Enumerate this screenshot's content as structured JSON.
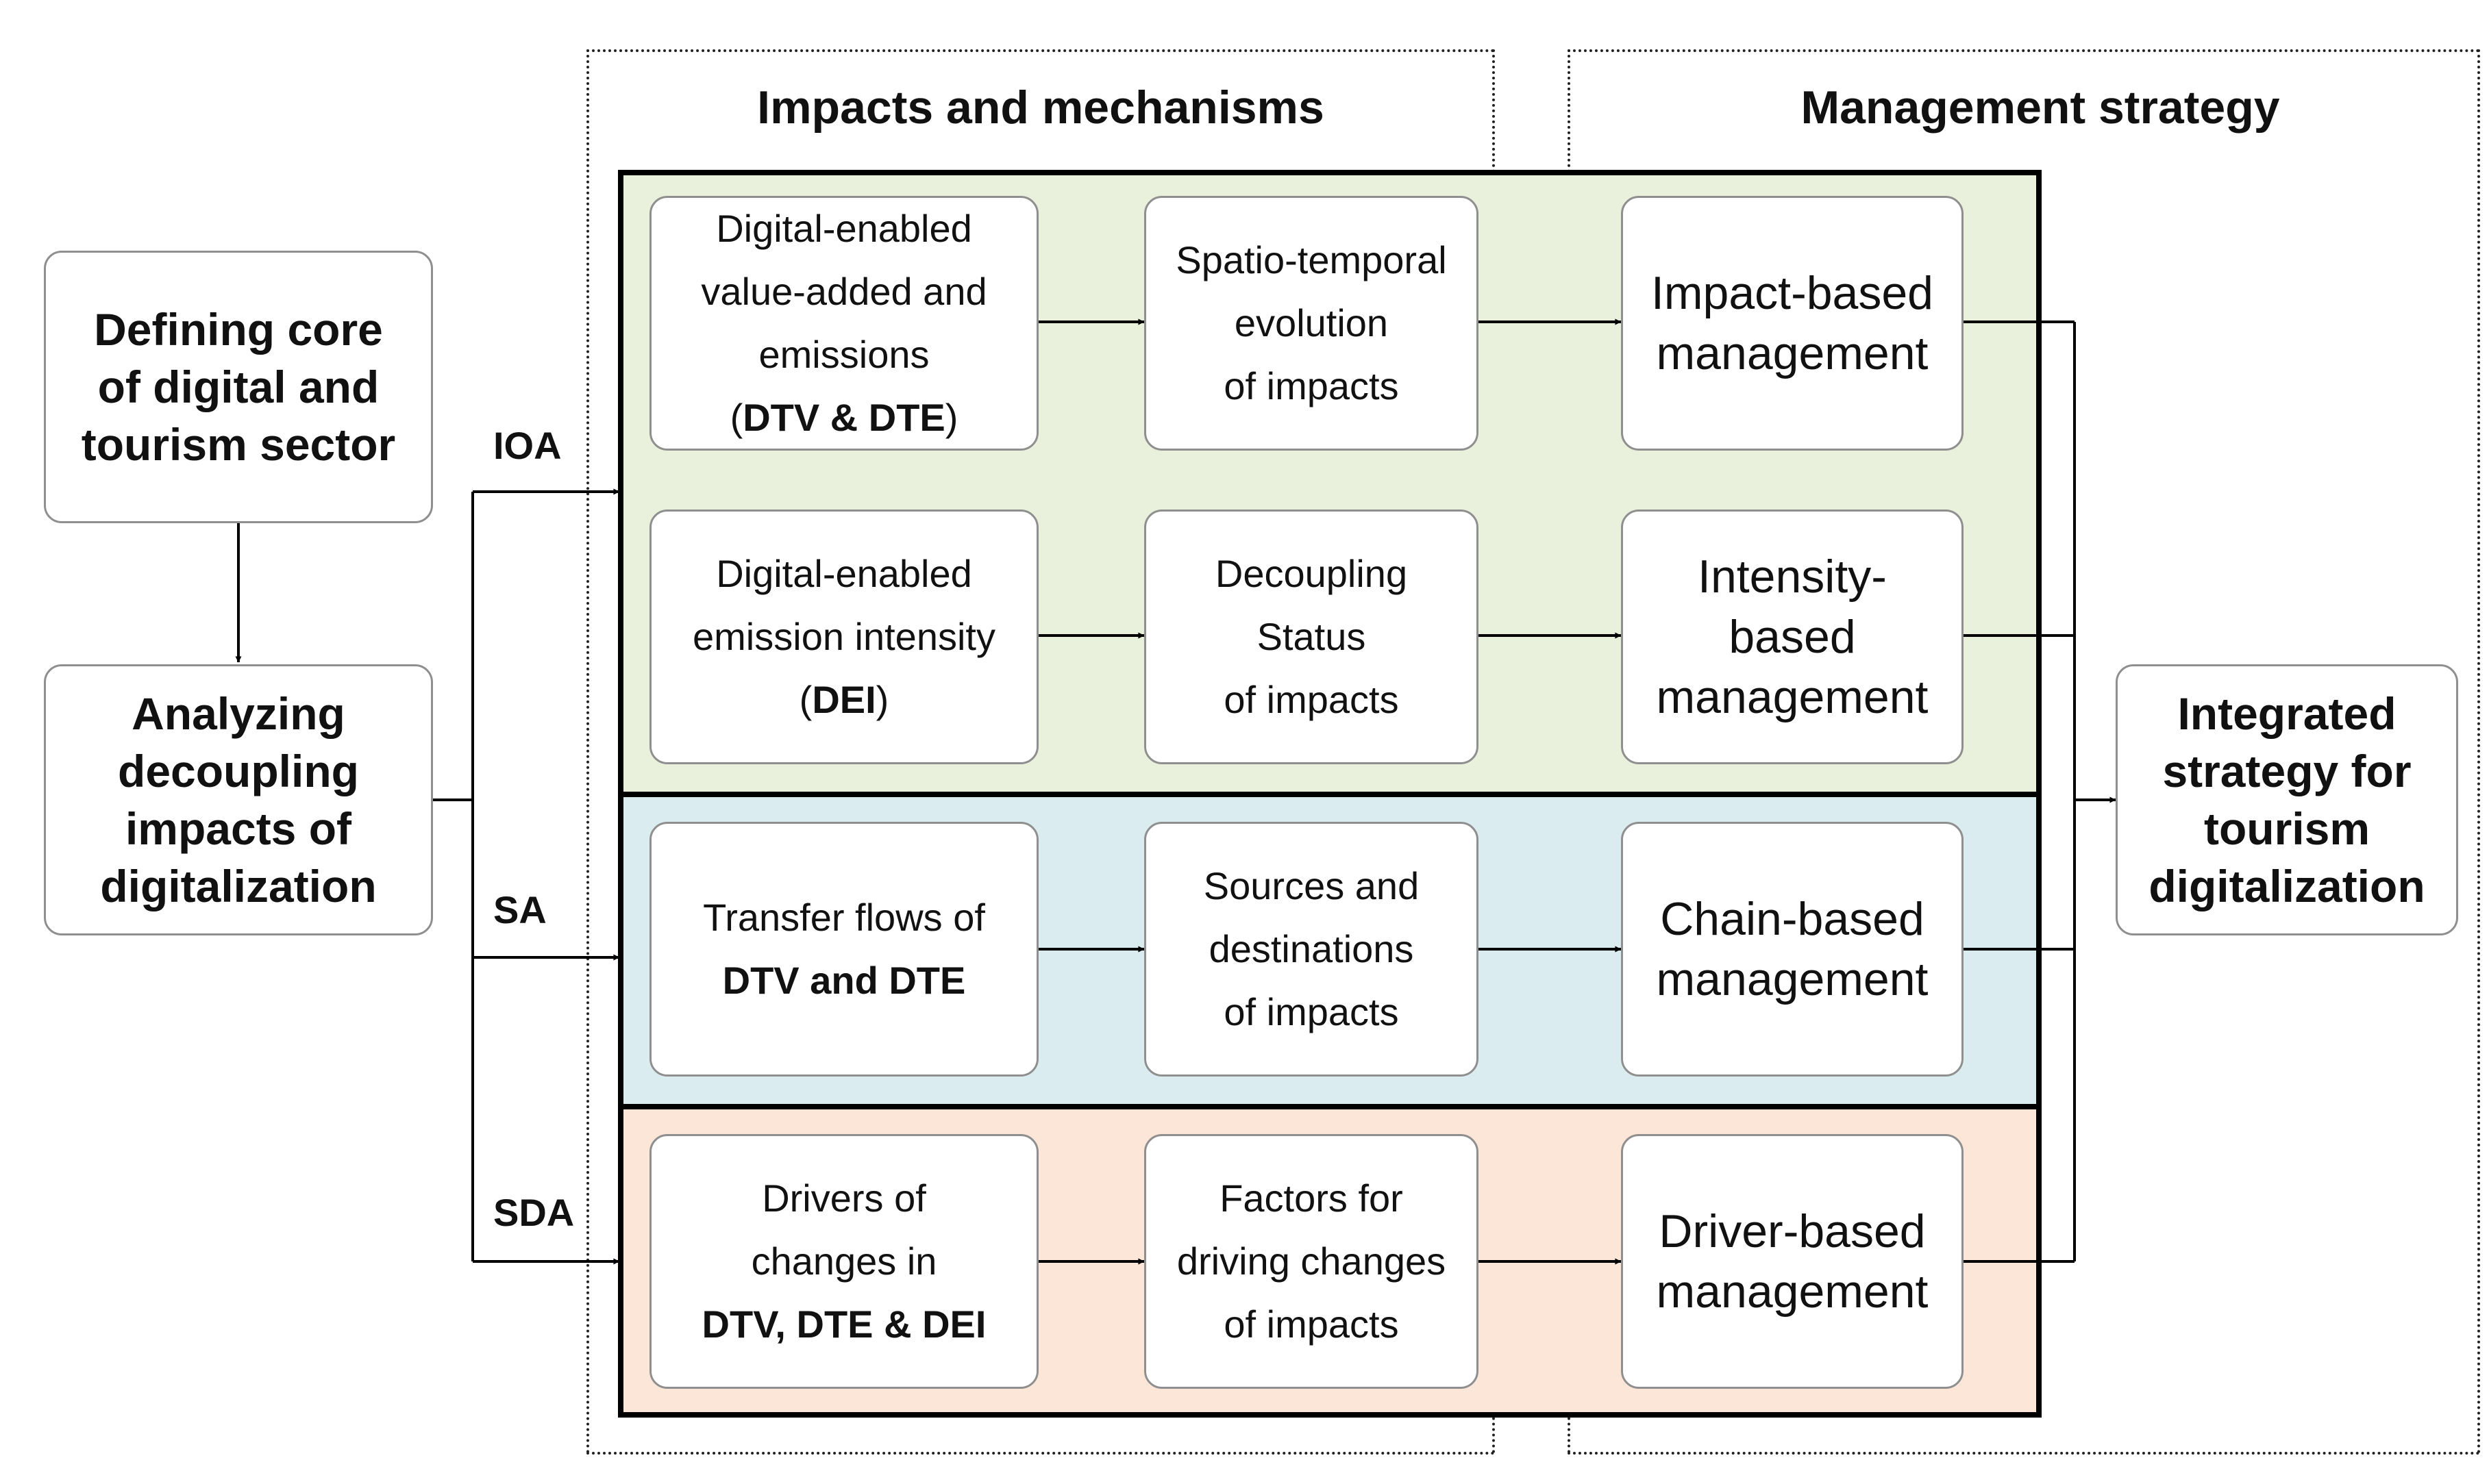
{
  "headers": {
    "impacts": "Impacts and mechanisms",
    "management": "Management strategy"
  },
  "left": {
    "define": [
      "Defining core",
      "of digital and",
      "tourism sector"
    ],
    "analyze": [
      "Analyzing",
      "decoupling",
      "impacts of",
      "digitalization"
    ]
  },
  "method_labels": {
    "ioa": "IOA",
    "sa": "SA",
    "sda": "SDA"
  },
  "rows": [
    {
      "input": {
        "lines": [
          "Digital-enabled",
          "value-added and",
          "emissions"
        ],
        "open": "(",
        "bold": "DTV & DTE",
        "close": ")"
      },
      "mechanism": [
        "Spatio-temporal",
        "evolution",
        "of impacts"
      ],
      "management": [
        "Impact-based",
        "management"
      ]
    },
    {
      "input": {
        "lines": [
          "Digital-enabled",
          "emission intensity"
        ],
        "open": "(",
        "bold": "DEI",
        "close": ")"
      },
      "mechanism": [
        "Decoupling",
        "Status",
        "of impacts"
      ],
      "management": [
        "Intensity-",
        "based",
        "management"
      ]
    },
    {
      "input": {
        "lines": [
          "Transfer flows of"
        ],
        "bold": "DTV and DTE"
      },
      "mechanism": [
        "Sources and",
        "destinations",
        "of impacts"
      ],
      "management": [
        "Chain-based",
        "management"
      ]
    },
    {
      "input": {
        "lines": [
          "Drivers of",
          "changes in"
        ],
        "bold": "DTV, DTE & DEI"
      },
      "mechanism": [
        "Factors for",
        "driving changes",
        "of impacts"
      ],
      "management": [
        "Driver-based",
        "management"
      ]
    }
  ],
  "integrated": [
    "Integrated",
    "strategy for",
    "tourism",
    "digitalization"
  ],
  "colors": {
    "green_band": "#e9f0dc",
    "blue_band": "#dbecf0",
    "pink_band": "#fbe6d8",
    "box_border": "#8f8f8f",
    "line": "#000000"
  }
}
